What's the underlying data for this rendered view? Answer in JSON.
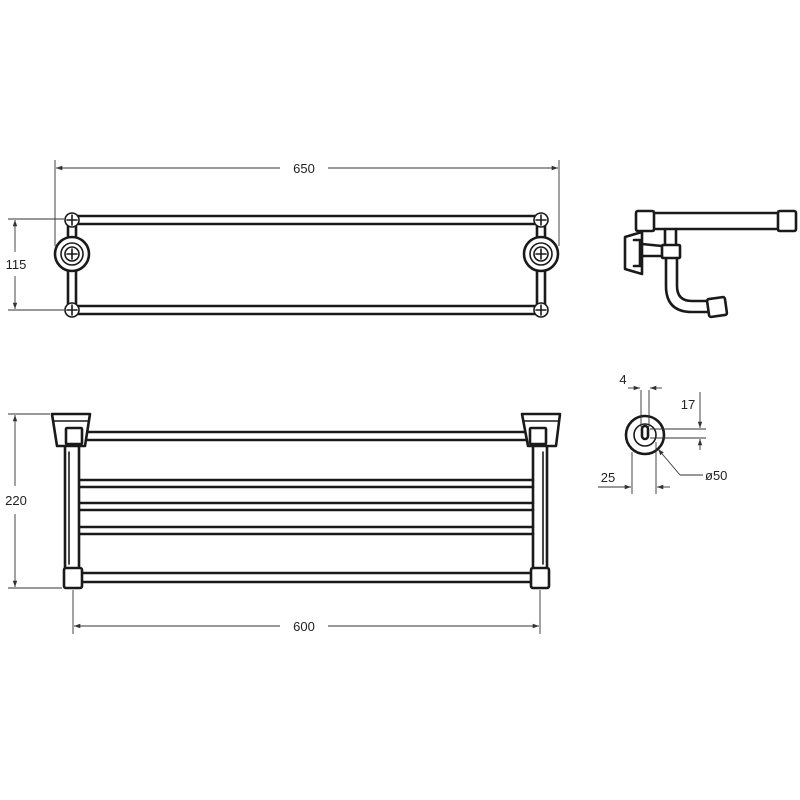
{
  "drawing": {
    "views": [
      "top-view",
      "side-view",
      "front-view",
      "mount-detail"
    ]
  },
  "dimensions": {
    "overall_width": "650",
    "bracket_height": "115",
    "total_height": "220",
    "rail_span": "600",
    "slot_width": "4",
    "slot_offset": "17",
    "flange_offset": "25",
    "flange_diameter": "ø50"
  }
}
